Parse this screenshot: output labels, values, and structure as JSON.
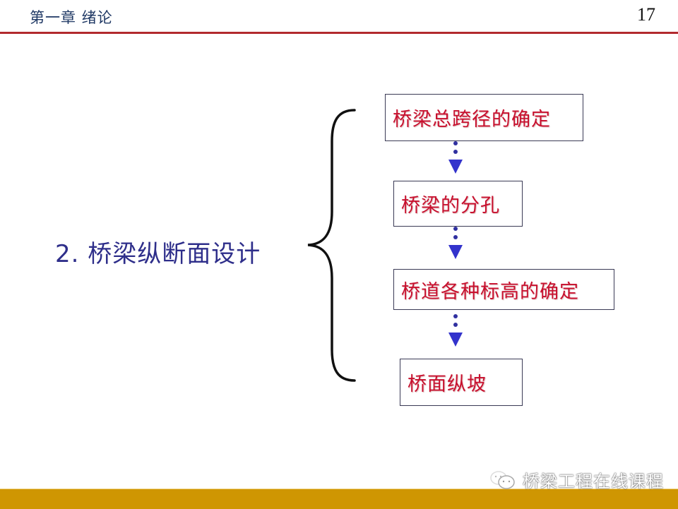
{
  "header": {
    "chapter_title": "第一章  绪论",
    "page_number": "17",
    "rule_color": "#b22a2e"
  },
  "main_topic": {
    "label": "2. 桥梁纵断面设计",
    "color": "#2e2e8a"
  },
  "flow": {
    "steps": [
      {
        "label": "桥梁总跨径的确定"
      },
      {
        "label": "桥梁的分孔"
      },
      {
        "label": "桥道各种标高的确定"
      },
      {
        "label": "桥面纵坡"
      }
    ],
    "text_color": "#c8102e",
    "arrow_color": "#3333cc"
  },
  "footer": {
    "watermark_icon": "wechat-icon",
    "watermark_text": "桥梁工程在线课程",
    "bar_color": "#cf9602"
  }
}
